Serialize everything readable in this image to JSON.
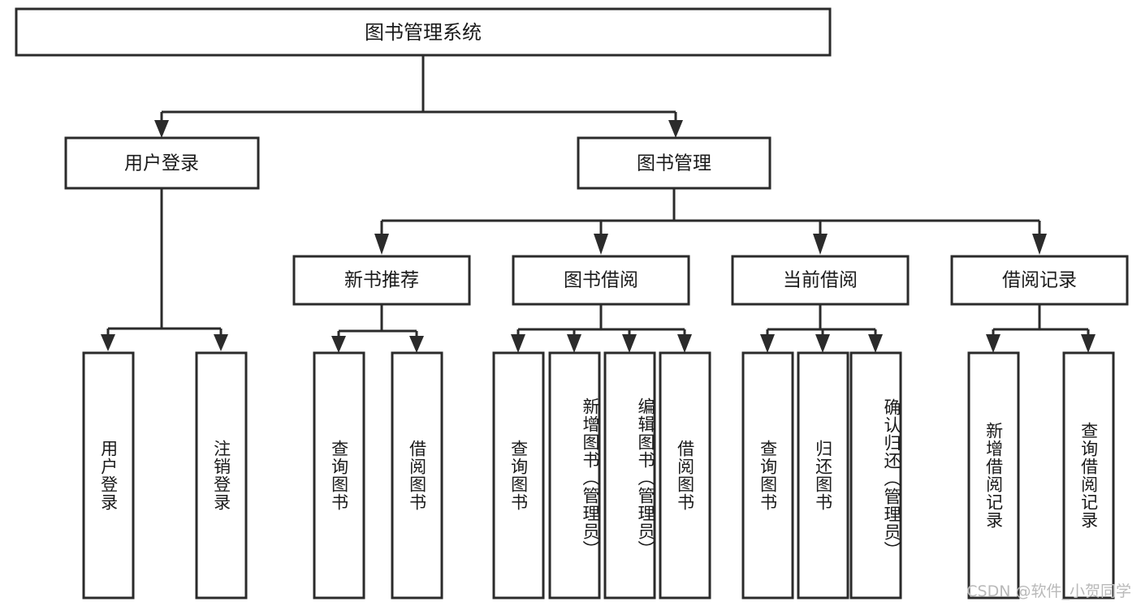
{
  "diagram": {
    "title": "图书管理系统",
    "type": "tree-hierarchy-diagram",
    "colors": {
      "stroke": "#2b2b2b",
      "box_fill": "#ffffff",
      "text": "#1a1a1a",
      "background": "#ffffff",
      "watermark": "#b9b9b9"
    },
    "root": {
      "label": "图书管理系统"
    },
    "level2": [
      {
        "id": "user-login",
        "label": "用户登录"
      },
      {
        "id": "book-management",
        "label": "图书管理"
      }
    ],
    "level3": [
      {
        "id": "new-book-recommend",
        "label": "新书推荐"
      },
      {
        "id": "book-borrow",
        "label": "图书借阅"
      },
      {
        "id": "current-borrow",
        "label": "当前借阅"
      },
      {
        "id": "borrow-record",
        "label": "借阅记录"
      }
    ],
    "leaves": {
      "user_login": [
        {
          "id": "leaf-user-login",
          "label": "用户登录"
        },
        {
          "id": "leaf-logout-login",
          "label": "注销登录"
        }
      ],
      "new_book_recommend": [
        {
          "id": "leaf-query-book-1",
          "label": "查询图书"
        },
        {
          "id": "leaf-borrow-book-1",
          "label": "借阅图书"
        }
      ],
      "book_borrow": [
        {
          "id": "leaf-query-book-2",
          "label": "查询图书"
        },
        {
          "id": "leaf-add-book-admin",
          "label": "新增图书（管理员）"
        },
        {
          "id": "leaf-edit-book-admin",
          "label": "编辑图书（管理员）"
        },
        {
          "id": "leaf-borrow-book-2",
          "label": "借阅图书"
        }
      ],
      "current_borrow": [
        {
          "id": "leaf-query-book-3",
          "label": "查询图书"
        },
        {
          "id": "leaf-return-book",
          "label": "归还图书"
        },
        {
          "id": "leaf-confirm-return-admin",
          "label": "确认归还（管理员）"
        }
      ],
      "borrow_record": [
        {
          "id": "leaf-add-borrow-record",
          "label": "新增借阅记录"
        },
        {
          "id": "leaf-query-borrow-record",
          "label": "查询借阅记录"
        }
      ]
    },
    "watermark": "CSDN @软件_小贺同学"
  }
}
